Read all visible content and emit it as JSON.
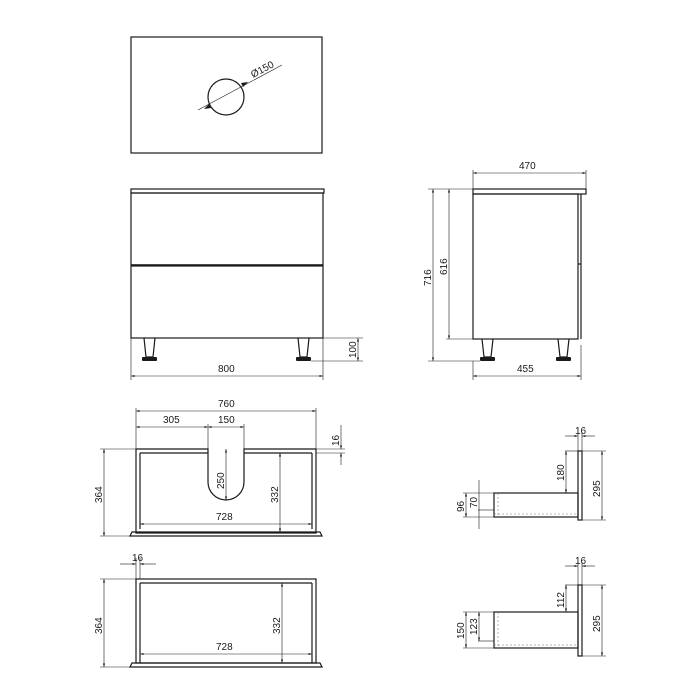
{
  "drawing": {
    "top_view": {
      "hole_label": "Ø150"
    },
    "front_view": {
      "width_label": "800",
      "leg_height_label": "100"
    },
    "side_view": {
      "top_depth_label": "470",
      "total_height_label": "716",
      "body_height_label": "616",
      "base_depth_label": "455"
    },
    "upper_drawer_plan": {
      "overall_width_label": "760",
      "left_offset_label": "305",
      "cutout_width_label": "150",
      "panel_thickness_label": "16",
      "cutout_depth_label": "250",
      "inner_depth_label": "332",
      "overall_depth_label": "364",
      "inner_width_label": "728"
    },
    "lower_drawer_plan": {
      "panel_thickness_label": "16",
      "overall_depth_label": "364",
      "inner_depth_label": "332",
      "inner_width_label": "728"
    },
    "upper_drawer_section": {
      "front_thickness_label": "16",
      "top_gap_label": "180",
      "front_height_label": "295",
      "box_height_label": "96",
      "inner_height_label": "70"
    },
    "lower_drawer_section": {
      "front_thickness_label": "16",
      "top_gap_label": "112",
      "front_height_label": "295",
      "box_height_label": "150",
      "inner_height_label": "123"
    }
  }
}
